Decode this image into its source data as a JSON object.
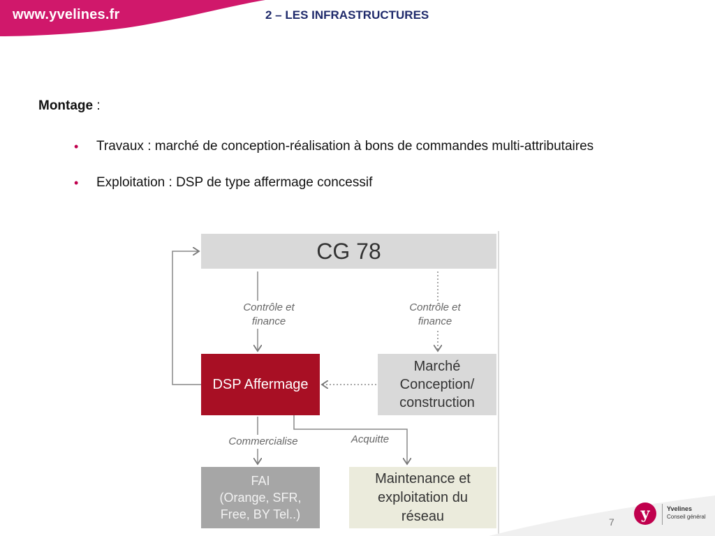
{
  "header": {
    "site_url": "www.yvelines.fr",
    "title": "2  – LES INFRASTRUCTURES",
    "banner_color": "#d0186b"
  },
  "content": {
    "heading": "Montage",
    "heading_suffix": " :",
    "bullets": [
      "Travaux : marché de conception-réalisation à bons de commandes multi-attributaires",
      "Exploitation :  DSP de type affermage concessif"
    ],
    "bullet_color": "#c0004d"
  },
  "diagram": {
    "boxes": {
      "cg": "CG 78",
      "dsp": "DSP Affermage",
      "marche": "Marché\nConception/\nconstruction",
      "fai": "FAI\n(Orange, SFR,\nFree, BY Tel..)",
      "maintenance": "Maintenance et\nexploitation du\nréseau"
    },
    "labels": {
      "controle_finance_left": "Contrôle et\nfinance",
      "controle_finance_right": "Contrôle et\nfinance",
      "commercialise": "Commercialise",
      "acquitte": "Acquitte"
    },
    "colors": {
      "dsp_box": "#a80f24",
      "light_box": "#d9d9d9",
      "fai_box": "#a6a6a6",
      "maintenance_box": "#ebebdc"
    }
  },
  "footer": {
    "page_number": "7",
    "logo_name": "Yvelines",
    "logo_subtitle": "Conseil général",
    "logo_mark": "y"
  }
}
